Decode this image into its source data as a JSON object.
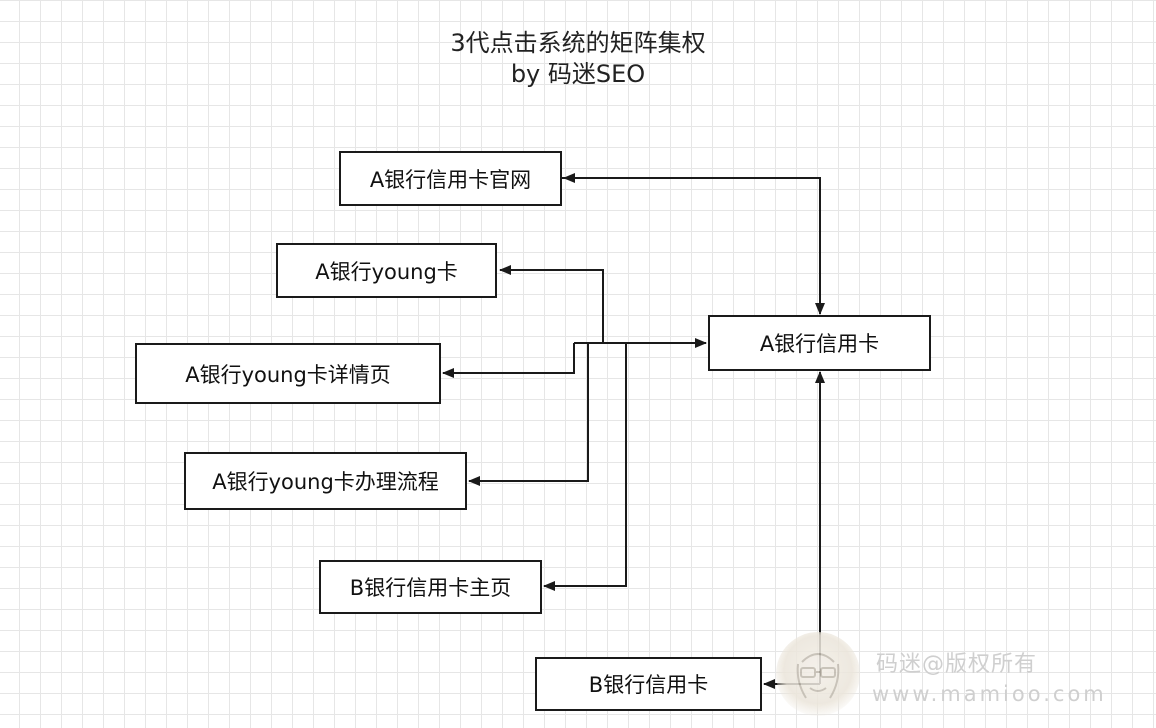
{
  "header": {
    "title": "3代点击系统的矩阵集权",
    "subtitle": "by 码迷SEO"
  },
  "nodes": {
    "a_official": "A银行信用卡官网",
    "a_young": "A银行young卡",
    "a_young_detail": "A银行young卡详情页",
    "a_young_process": "A银行young卡办理流程",
    "b_home": "B银行信用卡主页",
    "a_card": "A银行信用卡",
    "b_card": "B银行信用卡"
  },
  "watermark": {
    "line1": "码迷@版权所有",
    "line2": "www.mamioo.com"
  },
  "colors": {
    "stroke": "#1a1a1a",
    "grid": "#e6e6e6",
    "watermark": "#cfcfcf"
  }
}
